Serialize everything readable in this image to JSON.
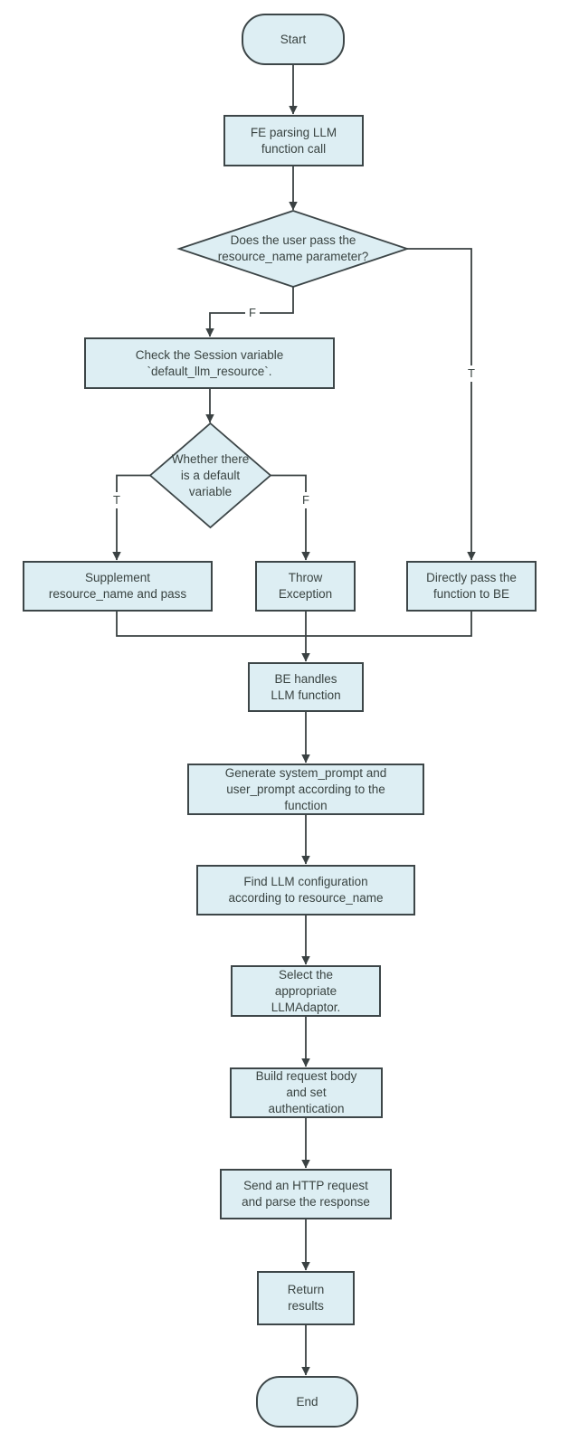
{
  "colors": {
    "node_fill": "#ddeef3",
    "node_border": "#3d4648",
    "edge": "#3a4142",
    "text": "#3a4442",
    "background": "#ffffff"
  },
  "nodes": {
    "start": {
      "label": "Start"
    },
    "fe_parsing": {
      "label": "FE parsing LLM\nfunction call"
    },
    "decision_resource_name": {
      "label": "Does the user pass the\nresource_name parameter?"
    },
    "check_session": {
      "label": "Check the Session variable\n`default_llm_resource`."
    },
    "decision_default_variable": {
      "label": "Whether there\nis a default\nvariable"
    },
    "supplement": {
      "label": "Supplement\nresource_name and pass"
    },
    "throw_exception": {
      "label": "Throw\nException"
    },
    "directly_pass": {
      "label": "Directly pass the\nfunction to BE"
    },
    "be_handles": {
      "label": "BE handles\nLLM function"
    },
    "generate_prompts": {
      "label": "Generate system_prompt and\nuser_prompt according to the\nfunction"
    },
    "find_config": {
      "label": "Find LLM configuration\naccording to resource_name"
    },
    "select_adaptor": {
      "label": "Select the\nappropriate\nLLMAdaptor."
    },
    "build_request": {
      "label": "Build request body\nand set\nauthentication"
    },
    "send_request": {
      "label": "Send an HTTP request\nand parse the response"
    },
    "return_results": {
      "label": "Return\nresults"
    },
    "end": {
      "label": "End"
    }
  },
  "branch_labels": {
    "d1_false": "F",
    "d1_true": "T",
    "d2_true": "T",
    "d2_false": "F"
  }
}
